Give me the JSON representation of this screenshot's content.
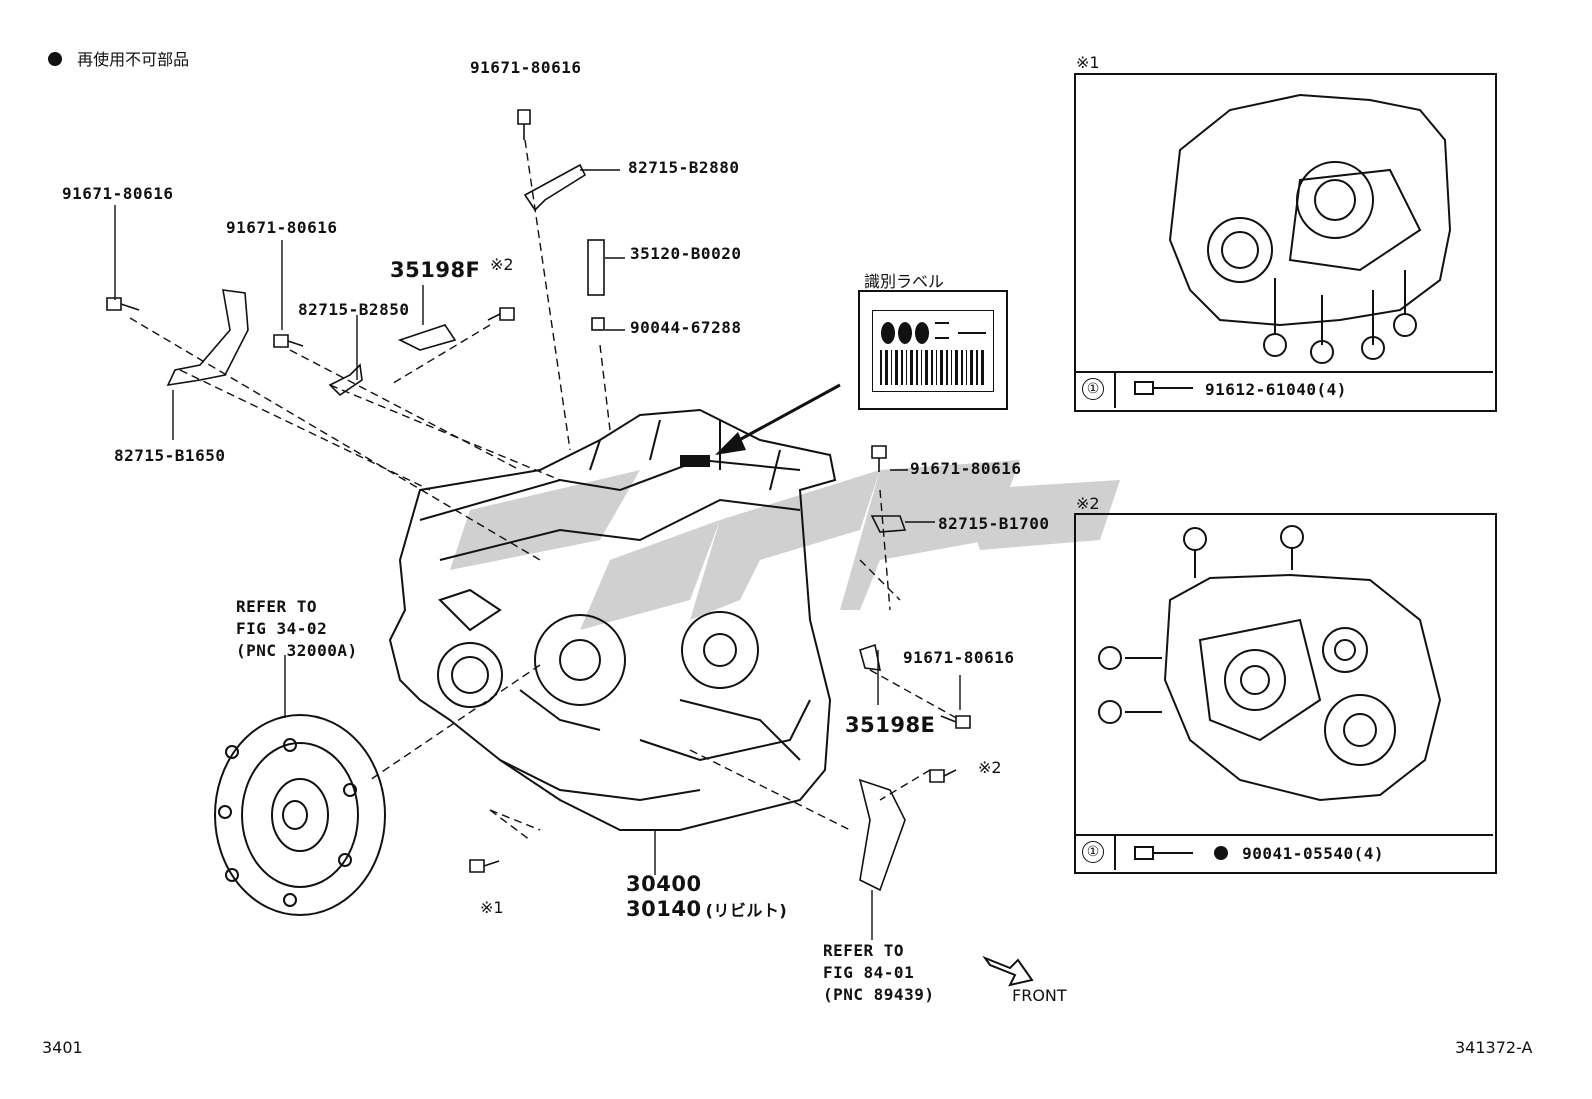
{
  "legend": {
    "text": "再使用不可部品"
  },
  "labels": {
    "bolt_top": "91671-80616",
    "bracket_top": "82715-B2880",
    "bolt_left": "91671-80616",
    "bolt_left2": "91671-80616",
    "f35198": "35198F",
    "b2850": "82715-B2850",
    "ref2_a": "※2",
    "b1650": "82715-B1650",
    "p35120": "35120-B0020",
    "p90044": "90044-67288",
    "id_label_title": "識別ラベル",
    "bolt_right": "91671-80616",
    "b1700": "82715-B1700",
    "bolt_right2": "91671-80616",
    "e35198": "35198E",
    "ref2_b": "※2",
    "ref1_bottom": "※1",
    "refer1": [
      "REFER TO",
      "FIG 34-02",
      "(PNC 32000A)"
    ],
    "refer2": [
      "REFER TO",
      "FIG 84-01",
      "(PNC 89439)"
    ],
    "p30400": "30400",
    "p30140": "30140",
    "p30140_note": "(リビルト)",
    "front": "FRONT",
    "page_code": "3401",
    "fig_code": "341372-A"
  },
  "inset1": {
    "tag": "※1",
    "circle_num": "①",
    "part": "91612-61040(4)"
  },
  "inset2": {
    "tag": "※2",
    "circle_num": "①",
    "part": "90041-05540(4)"
  },
  "colors": {
    "ink": "#111111",
    "watermark": "#c8c8c8"
  }
}
